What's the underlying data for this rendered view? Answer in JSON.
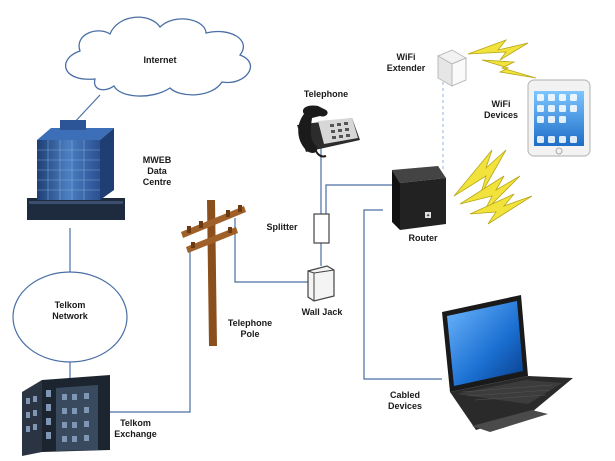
{
  "labels": {
    "internet": "Internet",
    "data_centre": [
      "MWEB",
      "Data",
      "Centre"
    ],
    "telkom_network": [
      "Telkom",
      "Network"
    ],
    "telkom_exchange": [
      "Telkom",
      "Exchange"
    ],
    "telephone_pole": [
      "Telephone",
      "Pole"
    ],
    "telephone": "Telephone",
    "splitter": "Splitter",
    "wall_jack": "Wall Jack",
    "router": "Router",
    "wifi_extender": [
      "WiFi",
      "Extender"
    ],
    "wifi_devices": [
      "WiFi",
      "Devices"
    ],
    "cabled_devices": [
      "Cabled",
      "Devices"
    ]
  },
  "colors": {
    "line": "#4a6fa5",
    "dashed_line": "#8fb3d9",
    "lightning": "#f1e33c",
    "building": "#3c6db0",
    "pole": "#8a4f1c",
    "router": "#222222"
  }
}
